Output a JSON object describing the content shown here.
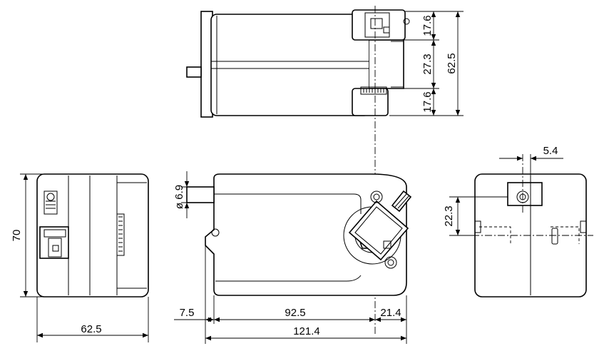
{
  "dimensions": {
    "top_upper": "17.6",
    "top_middle": "27.3",
    "top_lower": "17.6",
    "top_total": "62.5",
    "side_height": "70",
    "side_width": "62.5",
    "shaft_dia": "ø 6.9",
    "left_offset": "7.5",
    "body_length": "92.5",
    "right_offset": "21.4",
    "total_length": "121.4",
    "right_width": "5.4",
    "right_height": "22.3"
  }
}
